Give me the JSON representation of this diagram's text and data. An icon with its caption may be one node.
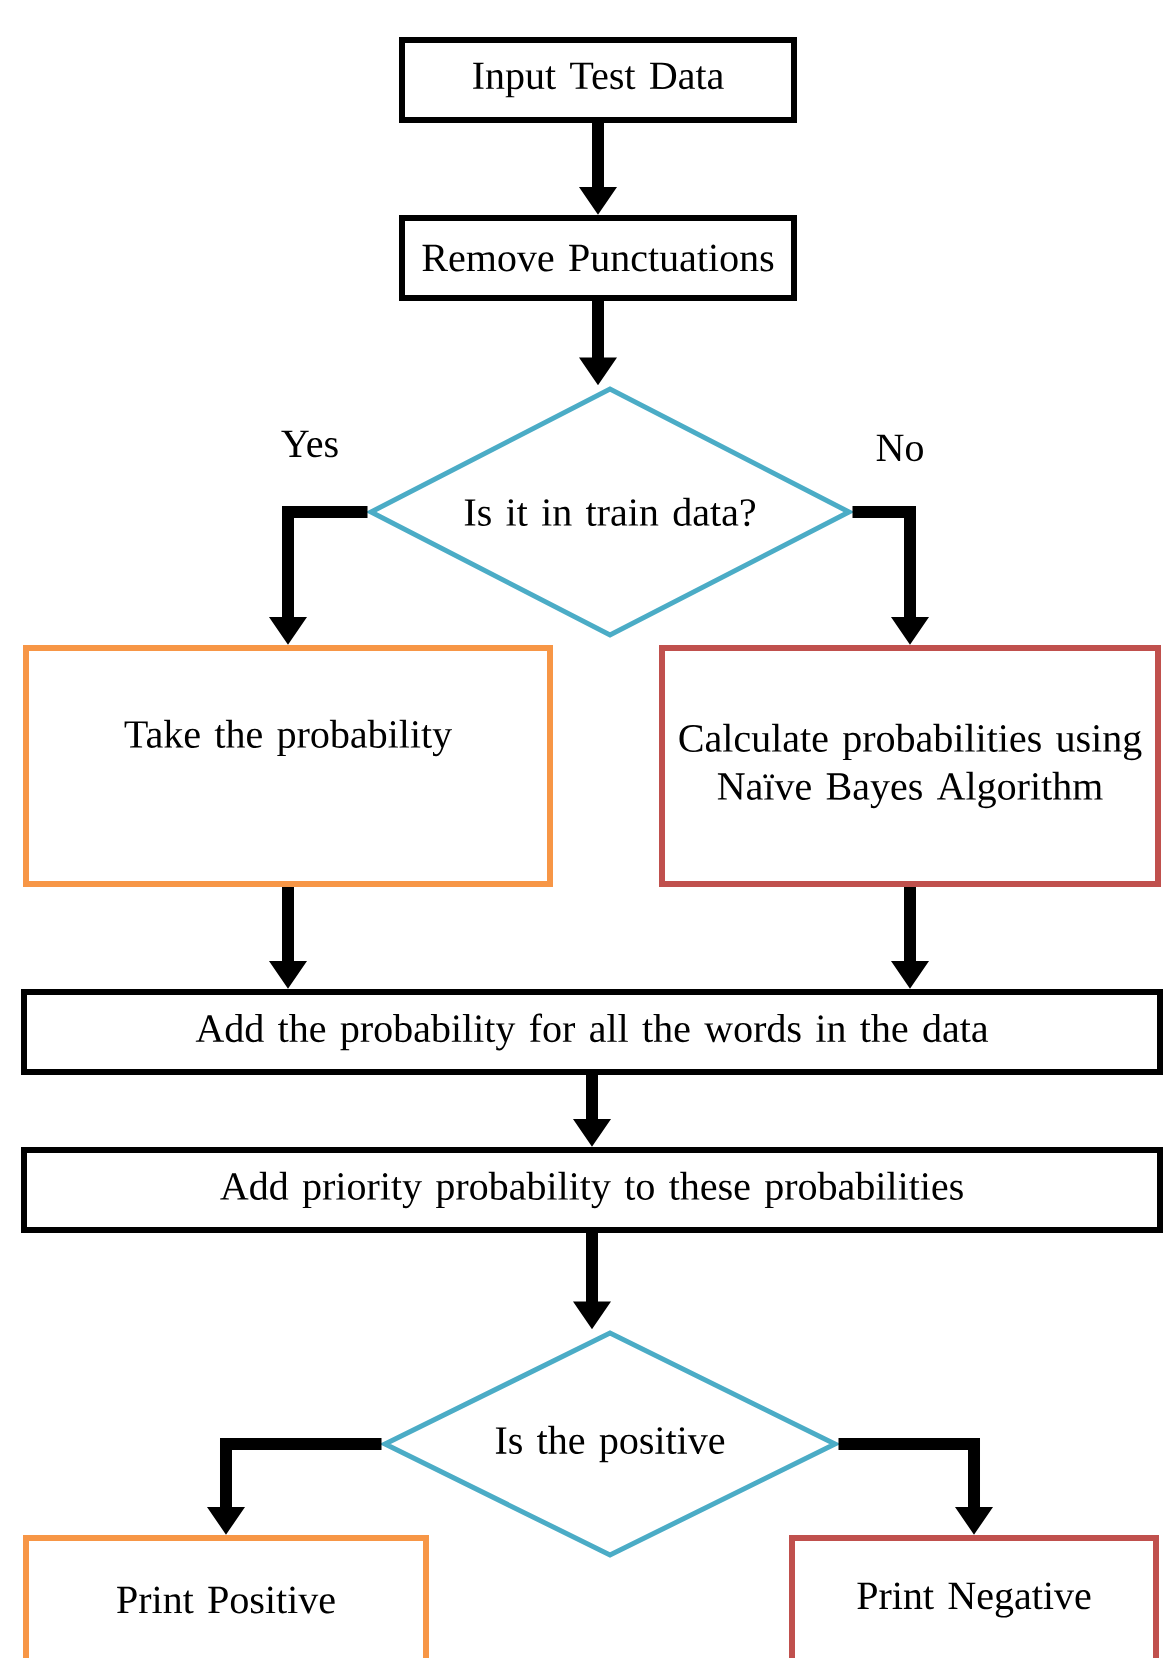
{
  "diagram": {
    "nodes": [
      {
        "text": [
          "Input Test Data"
        ]
      },
      {
        "text": [
          "Remove Punctuations"
        ]
      },
      {
        "text": [
          "Is it in train data?"
        ]
      },
      {
        "text": [
          "Take the probability"
        ]
      },
      {
        "text": [
          "Calculate probabilities using Naïve Bayes Algorithm"
        ]
      },
      {
        "text": [
          "Add the probability for all the words in the data"
        ]
      },
      {
        "text": [
          "Add priority probability to these probabilities"
        ]
      },
      {
        "text": [
          "Is the positive"
        ]
      },
      {
        "text": [
          "Print Positive"
        ]
      },
      {
        "text": [
          "Print Negative"
        ]
      }
    ],
    "edges": [
      {
        "from": 0,
        "to": 1,
        "arrow": "to"
      },
      {
        "from": 1,
        "to": 2,
        "arrow": "to"
      },
      {
        "from": 2,
        "to": 3,
        "arrow": "to",
        "label": "Yes"
      },
      {
        "from": 2,
        "to": 4,
        "arrow": "to",
        "label": "No"
      },
      {
        "from": 3,
        "to": 5,
        "arrow": "to"
      },
      {
        "from": 4,
        "to": 5,
        "arrow": "to"
      },
      {
        "from": 5,
        "to": 6,
        "arrow": "to"
      },
      {
        "from": 6,
        "to": 7,
        "arrow": "to"
      },
      {
        "from": 7,
        "to": 8,
        "arrow": "to"
      },
      {
        "from": 7,
        "to": 9,
        "arrow": "to"
      }
    ]
  }
}
